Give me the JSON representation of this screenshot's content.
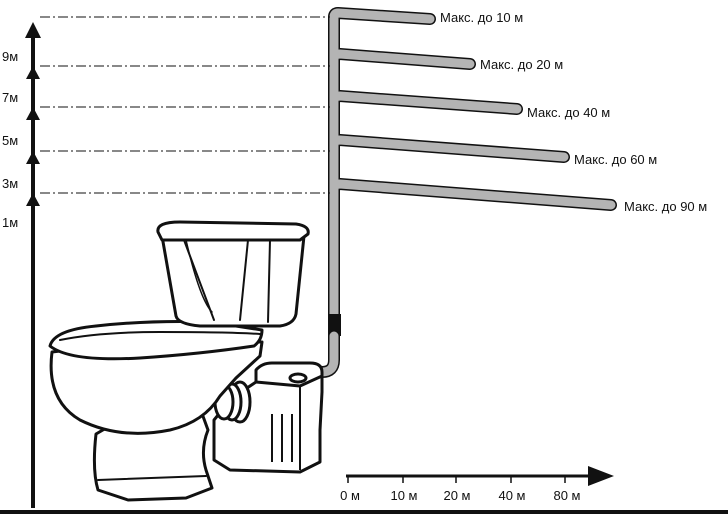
{
  "vertical_axis": {
    "labels": [
      "9м",
      "7м",
      "5м",
      "3м",
      "1м"
    ]
  },
  "horizontal_axis": {
    "labels": [
      "0 м",
      "10 м",
      "20 м",
      "40 м",
      "80 м"
    ]
  },
  "pipe_labels": [
    "Макс. до 10 м",
    "Макс. до 20 м",
    "Макс. до 40 м",
    "Макс. до 60 м",
    "Макс. до 90 м"
  ],
  "colors": {
    "pipe": "#b4b4b4",
    "line": "#111111",
    "background": "#ffffff"
  }
}
